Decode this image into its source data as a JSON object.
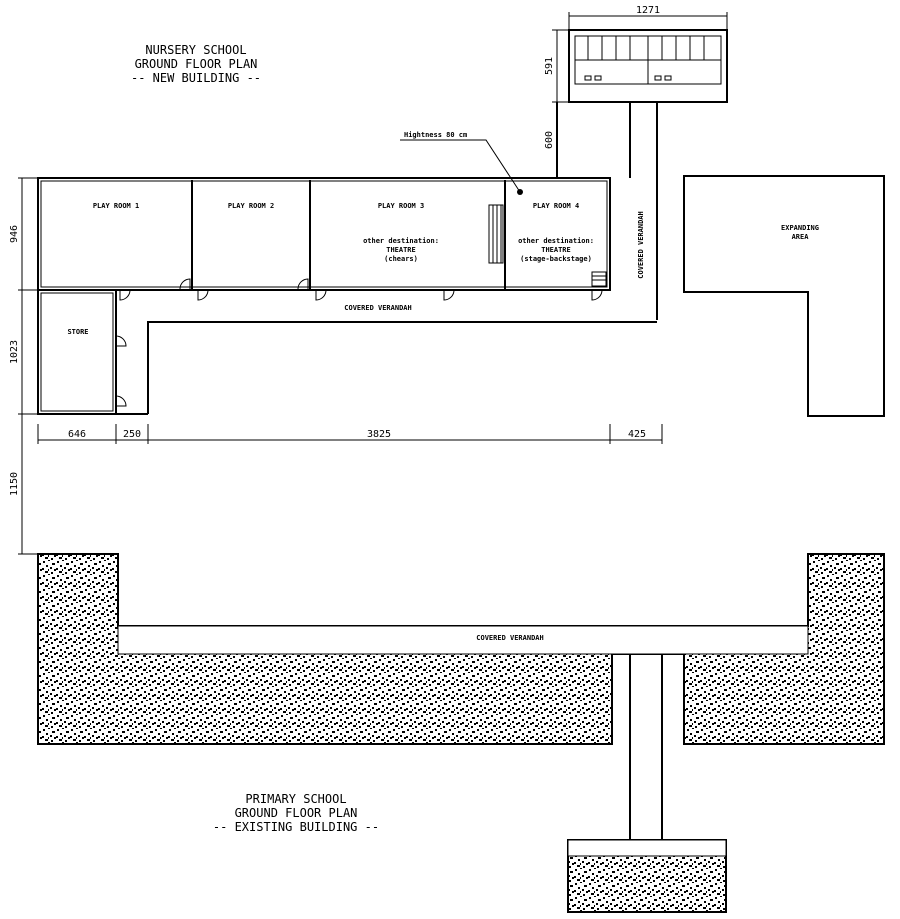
{
  "nursery": {
    "title_line1": "NURSERY SCHOOL",
    "title_line2": "GROUND FLOOR PLAN",
    "title_line3": "-- NEW BUILDING --"
  },
  "primary": {
    "title_line1": "PRIMARY SCHOOL",
    "title_line2": "GROUND FLOOR PLAN",
    "title_line3": "-- EXISTING BUILDING --"
  },
  "rooms": {
    "play_room_1": "PLAY ROOM 1",
    "play_room_2": "PLAY ROOM 2",
    "play_room_3": "PLAY ROOM 3",
    "play_room_4": "PLAY ROOM 4",
    "other_destination_3": "other destination:",
    "theatre_3": "THEATRE",
    "cheers": "(chears)",
    "other_destination_4": "other destination:",
    "theatre_4": "THEATRE",
    "stage": "(stage-backstage)",
    "store": "STORE",
    "expanding_line1": "EXPANDING",
    "expanding_line2": "AREA"
  },
  "verandah": {
    "nursery": "COVERED VERANDAH",
    "vertical": "COVERED VERANDAH",
    "primary": "COVERED VERANDAH"
  },
  "annotation": {
    "hightness": "Hightness 80 cm"
  },
  "dimensions": {
    "d1271": "1271",
    "d591": "591",
    "d600": "600",
    "d946": "946",
    "d1023": "1023",
    "d646": "646",
    "d250": "250",
    "d3825": "3825",
    "d425": "425",
    "d1150": "1150"
  }
}
